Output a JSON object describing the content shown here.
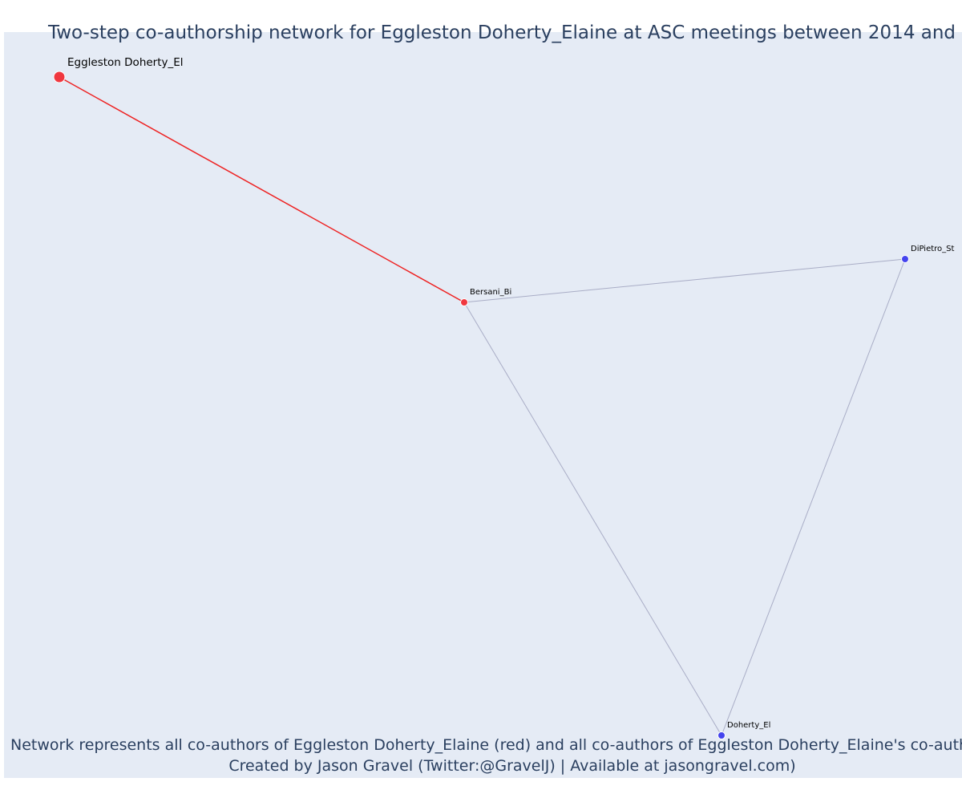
{
  "title": "Two-step co-authorship network for Eggleston Doherty_Elaine at ASC meetings between 2014 and",
  "footer": {
    "line1": "Network represents all co-authors of Eggleston Doherty_Elaine (red) and all co-authors of Eggleston Doherty_Elaine's co-authors",
    "line2": "Created by Jason Gravel (Twitter:@GravelJ) | Available at jasongravel.com)"
  },
  "colors": {
    "background": "#e5ebf5",
    "focal_node": "#f0373f",
    "coauthor_node": "#f0373f",
    "second_step_node": "#4444ee",
    "focal_edge": "#ee2222",
    "other_edge": "#a9adc6",
    "text": "#2a3f5f"
  },
  "nodes": [
    {
      "id": "eggleston",
      "label": "Eggleston Doherty_El",
      "group": "focal"
    },
    {
      "id": "bersani",
      "label": "Bersani_Bi",
      "group": "coauthor"
    },
    {
      "id": "dipietro",
      "label": "DiPietro_St",
      "group": "second_step"
    },
    {
      "id": "doherty",
      "label": "Doherty_El",
      "group": "second_step"
    }
  ],
  "edges": [
    {
      "source": "eggleston",
      "target": "bersani",
      "type": "focal"
    },
    {
      "source": "bersani",
      "target": "dipietro",
      "type": "other"
    },
    {
      "source": "bersani",
      "target": "doherty",
      "type": "other"
    },
    {
      "source": "dipietro",
      "target": "doherty",
      "type": "other"
    }
  ]
}
